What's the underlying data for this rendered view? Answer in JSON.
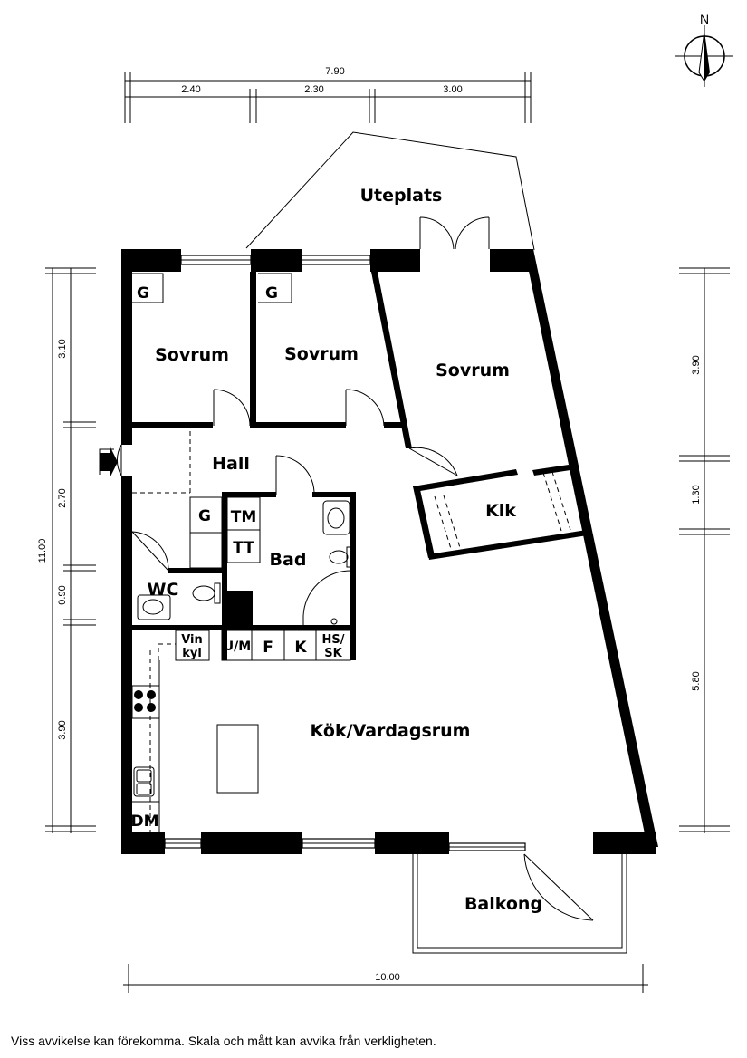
{
  "compass": {
    "north_label": "N",
    "icon": "compass-rose-icon"
  },
  "dimensions": {
    "top_total": "7.90",
    "top_segments": [
      "2.40",
      "2.30",
      "3.00"
    ],
    "bottom_total": "10.00",
    "left_total": "11.00",
    "left_segments": [
      "3.10",
      "2.70",
      "0.90",
      "3.90"
    ],
    "right_segments": [
      "3.90",
      "1.30",
      "5.80"
    ]
  },
  "rooms": {
    "uteplats": "Uteplats",
    "sovrum_1": "Sovrum",
    "sovrum_2": "Sovrum",
    "sovrum_3": "Sovrum",
    "hall": "Hall",
    "klk": "Klk",
    "bad": "Bad",
    "wc": "WC",
    "kok_vardagsrum": "Kök/Vardagsrum",
    "balkong": "Balkong"
  },
  "fixtures": {
    "garderob_1": "G",
    "garderob_2": "G",
    "garderob_hall": "G",
    "tm": "TM",
    "tt": "TT",
    "vinkyl_1": "Vin",
    "vinkyl_2": "kyl",
    "um": "U/M",
    "f": "F",
    "k": "K",
    "hssk_1": "HS/",
    "hssk_2": "SK",
    "dm": "DM"
  },
  "disclaimer": "Viss avvikelse kan förekomma. Skala och mått kan avvika från verkligheten."
}
